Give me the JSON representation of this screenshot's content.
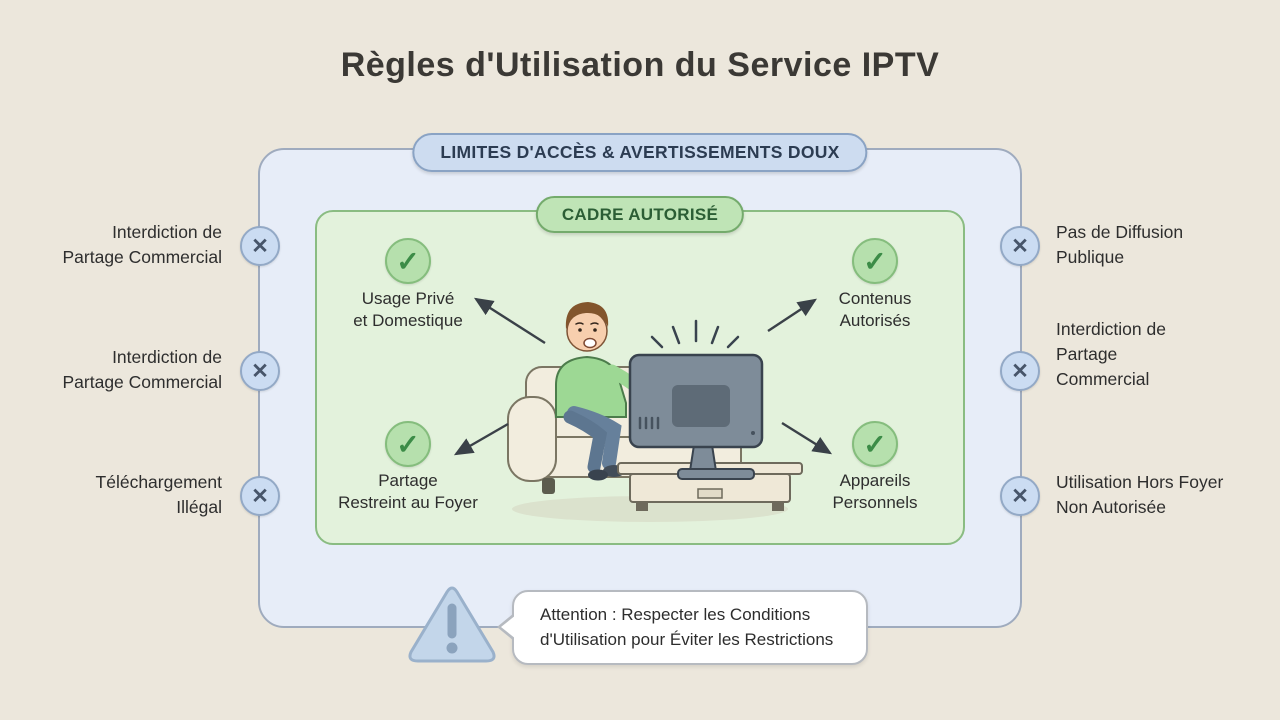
{
  "title": "Règles d'Utilisation du Service IPTV",
  "banner": {
    "label": "LIMITES D'ACCÈS & AVERTISSEMENTS DOUX"
  },
  "authorized": {
    "label": "CADRE AUTORISÉ",
    "items": [
      {
        "label": "Usage Privé\net Domestique"
      },
      {
        "label": "Contenus\nAutorisés"
      },
      {
        "label": "Partage\nRestreint au Foyer"
      },
      {
        "label": "Appareils\nPersonnels"
      }
    ]
  },
  "restrictions": {
    "left": [
      {
        "label": "Interdiction de\nPartage Commercial"
      },
      {
        "label": "Interdiction de\nPartage Commercial"
      },
      {
        "label": "Téléchargement\nIllégal"
      }
    ],
    "right": [
      {
        "label": "Pas de Diffusion\nPublique"
      },
      {
        "label": "Interdiction de\nPartage\nCommercial"
      },
      {
        "label": "Utilisation Hors Foyer\nNon Autorisée"
      }
    ]
  },
  "warning": {
    "text": "Attention : Respecter les Conditions\nd'Utilisation pour Éviter les Restrictions"
  },
  "icons": {
    "check": "✓",
    "cross": "✕",
    "exclamation": "!"
  },
  "colors": {
    "background": "#ece7dc",
    "outer_box": "#e7edf8",
    "outer_border": "#9fabbe",
    "inner_box": "#e3f2dc",
    "inner_border": "#8abc82",
    "banner_pill": "#cddcf0",
    "cadre_pill": "#bfe4b6",
    "check_green": "#3c8c47",
    "cross_blue": "#47556a",
    "warning_triangle": "#c3d6ea"
  }
}
